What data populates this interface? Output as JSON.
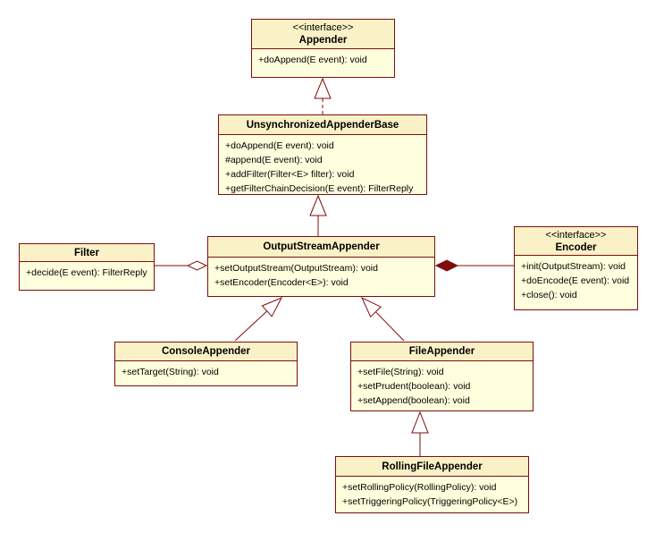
{
  "diagram": {
    "kind": "uml-class-diagram",
    "subject": "Logback Appender class hierarchy"
  },
  "colors": {
    "background": "#FFFFFF",
    "box_body_fill": "#FFFFDE",
    "box_header_fill": "#FAF1C6",
    "border": "#7F0D0D",
    "text": "#000000"
  },
  "classes": {
    "appender": {
      "stereotype": "<<interface>>",
      "name": "Appender",
      "methods": [
        "+doAppend(E event): void"
      ]
    },
    "uab": {
      "name": "UnsynchronizedAppenderBase",
      "methods": [
        "+doAppend(E event): void",
        "#append(E event): void",
        "+addFilter(Filter<E> filter): void",
        "+getFilterChainDecision(E event): FilterReply"
      ]
    },
    "osa": {
      "name": "OutputStreamAppender",
      "methods": [
        "+setOutputStream(OutputStream): void",
        "+setEncoder(Encoder<E>): void"
      ]
    },
    "filter": {
      "name": "Filter",
      "methods": [
        "+decide(E event): FilterReply"
      ]
    },
    "encoder": {
      "stereotype": "<<interface>>",
      "name": "Encoder",
      "methods": [
        "+init(OutputStream): void",
        "+doEncode(E event): void",
        "+close(): void"
      ]
    },
    "console": {
      "name": "ConsoleAppender",
      "methods": [
        "+setTarget(String): void"
      ]
    },
    "file": {
      "name": "FileAppender",
      "methods": [
        "+setFile(String): void",
        "+setPrudent(boolean): void",
        "+setAppend(boolean): void"
      ]
    },
    "rolling": {
      "name": "RollingFileAppender",
      "methods": [
        "+setRollingPolicy(RollingPolicy): void",
        "+setTriggeringPolicy(TriggeringPolicy<E>)"
      ]
    }
  },
  "relationships": [
    {
      "from": "UnsynchronizedAppenderBase",
      "to": "Appender",
      "type": "realization"
    },
    {
      "from": "OutputStreamAppender",
      "to": "UnsynchronizedAppenderBase",
      "type": "generalization"
    },
    {
      "from": "ConsoleAppender",
      "to": "OutputStreamAppender",
      "type": "generalization"
    },
    {
      "from": "FileAppender",
      "to": "OutputStreamAppender",
      "type": "generalization"
    },
    {
      "from": "RollingFileAppender",
      "to": "FileAppender",
      "type": "generalization"
    },
    {
      "from": "OutputStreamAppender",
      "to": "Filter",
      "type": "aggregation"
    },
    {
      "from": "OutputStreamAppender",
      "to": "Encoder",
      "type": "composition"
    }
  ]
}
